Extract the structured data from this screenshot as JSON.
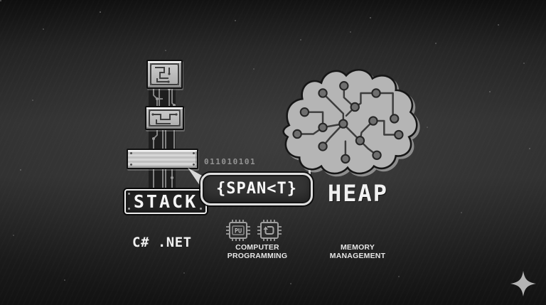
{
  "diagram": {
    "stack": {
      "label": "STACK"
    },
    "heap": {
      "label": "HEAP"
    },
    "callout": {
      "text": "{SPAN<T}",
      "binary": "011010101"
    }
  },
  "footer": {
    "brand": "C# .NET",
    "chip_cpu_label": "PU",
    "caption_left": "COMPUTER PROGRAMMING",
    "caption_right": "MEMORY MANAGEMENT"
  },
  "colors": {
    "background_center": "#333333",
    "background_edge": "#131313",
    "metal_light": "#bcbcbc",
    "panel_dark": "#232323",
    "outline_light": "#ececec",
    "text_primary": "#f2f2f2",
    "text_dim": "#949494",
    "circuit_trace": "#8f8f8f",
    "brain_fill": "#b5b5b5",
    "brain_node": "#6e6e6e"
  }
}
